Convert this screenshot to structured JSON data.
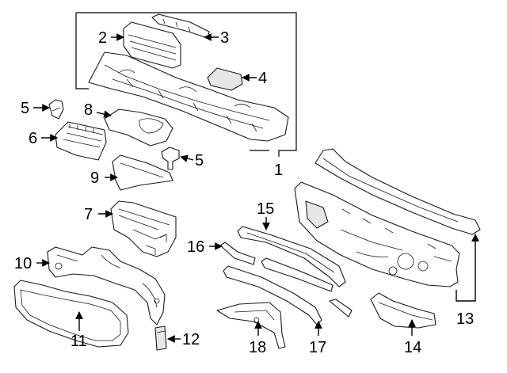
{
  "callouts": {
    "c1": "1",
    "c2": "2",
    "c3": "3",
    "c4": "4",
    "c5a": "5",
    "c5b": "5",
    "c6": "6",
    "c7": "7",
    "c8": "8",
    "c9": "9",
    "c10": "10",
    "c11": "11",
    "c12": "12",
    "c13": "13",
    "c14": "14",
    "c15": "15",
    "c16": "16",
    "c17": "17",
    "c18": "18"
  },
  "colors": {
    "line": "#1a1a1a",
    "fill": "#ffffff",
    "shade": "#e6e6e6"
  }
}
